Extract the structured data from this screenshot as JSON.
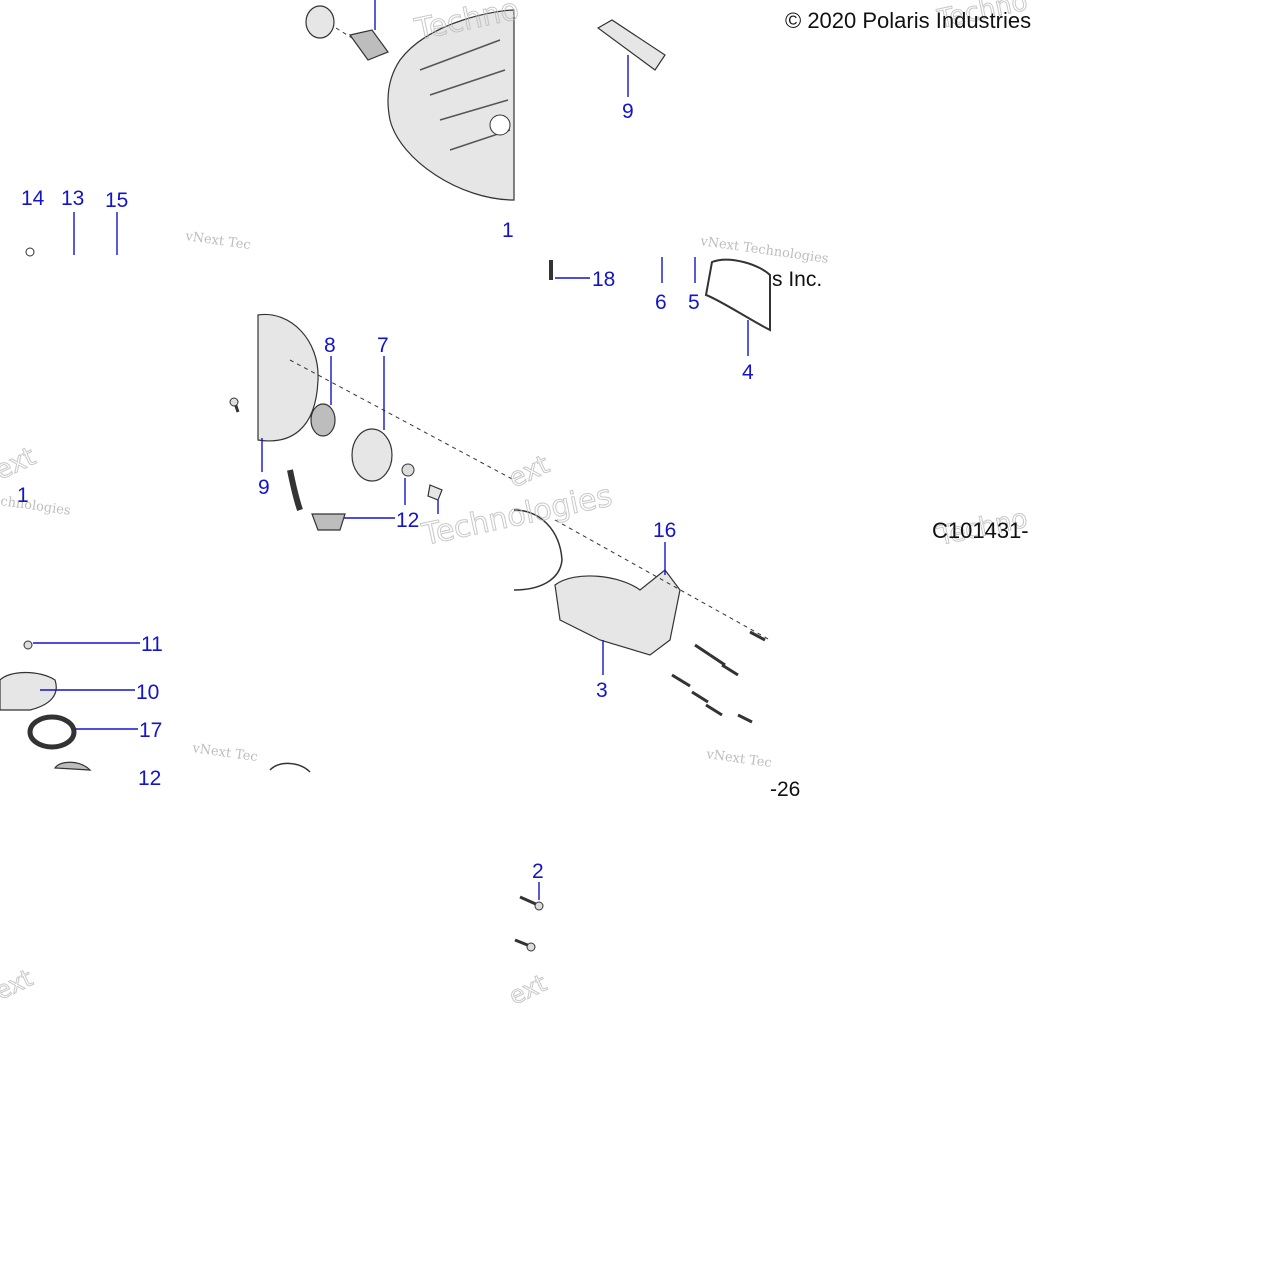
{
  "copyright": "© 2020 Polaris Industries",
  "copyright_fragment": "s Inc.",
  "diagram_id": "C101431-",
  "diagram_id_suffix": "-26",
  "watermark": {
    "line1": "vNext Tec",
    "line2": "vNext Technologies",
    "big": "Technologies",
    "frag_ext": "ext",
    "frag_chnologies": "chnologies",
    "frag_techno": "Techno"
  },
  "callouts": {
    "c1_top": "1",
    "c1_left": "1",
    "c2": "2",
    "c3": "3",
    "c4": "4",
    "c5": "5",
    "c6": "6",
    "c7": "7",
    "c8": "8",
    "c9_top": "9",
    "c9_mid": "9",
    "c10": "10",
    "c11": "11",
    "c12": "12",
    "c12_bottom": "12",
    "c13": "13",
    "c14": "14",
    "c15": "15",
    "c16": "16",
    "c17": "17",
    "c18": "18"
  }
}
